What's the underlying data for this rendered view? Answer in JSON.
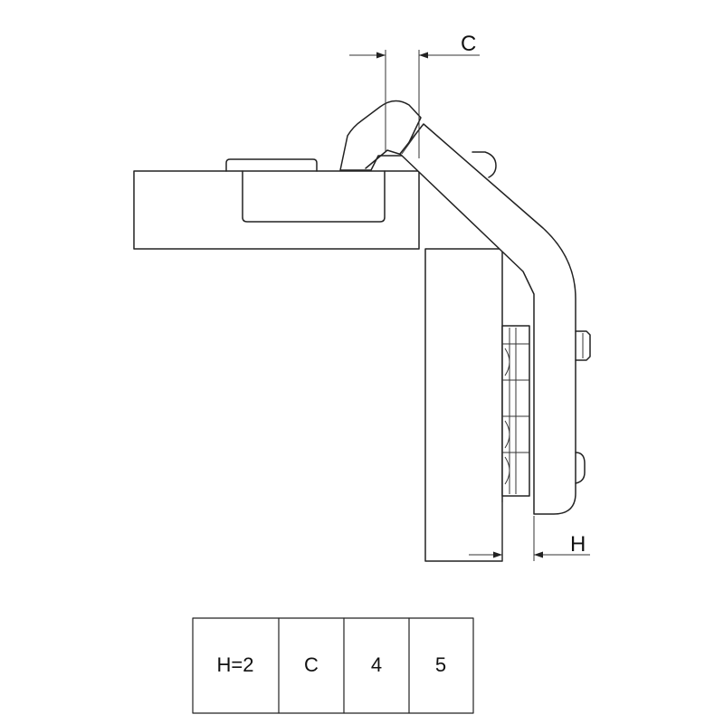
{
  "dimensions": {
    "c_label": "C",
    "h_label": "H"
  },
  "table": {
    "cells": [
      "H=2",
      "C",
      "4",
      "5"
    ]
  }
}
